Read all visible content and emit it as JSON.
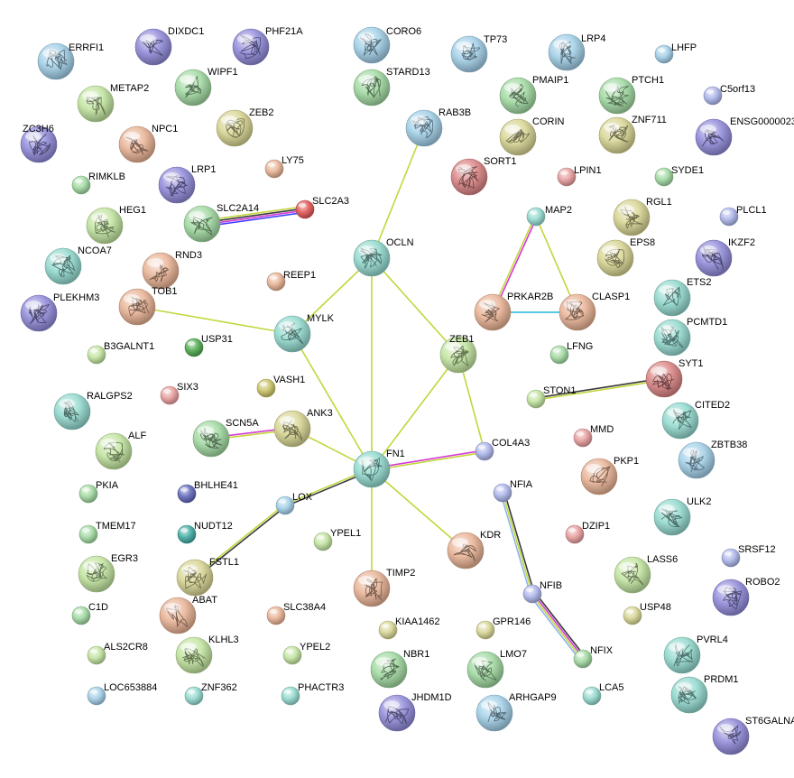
{
  "network": {
    "colors": {
      "green_edge": "#c3d63c",
      "magenta_edge": "#d439d4",
      "blue_edge": "#3a3aff",
      "dark_edge": "#3a3a3a",
      "cyan_edge": "#1fb6d8",
      "lightblue_edge": "#8db4e8",
      "node_palette": {
        "blue": "#9fcde6",
        "purple": "#8d87d8",
        "green": "#9ed89e",
        "olive": "#d6d38f",
        "salmon": "#e8b091",
        "teal": "#8fd8cc",
        "red": "#e05050",
        "navy": "#5a63b8",
        "darkgreen": "#4aa84a",
        "darkteal": "#3aa8a0",
        "khaki": "#c8c060",
        "lightgreen": "#bfe39c",
        "lavender": "#a9b3ea",
        "pink": "#e89a9a",
        "rose": "#d98080"
      }
    },
    "nodes": [
      {
        "id": "ERRFI1",
        "label": "ERRFI1",
        "color": "blue",
        "r": 20,
        "structure": true
      },
      {
        "id": "DIXDC1",
        "label": "DIXDC1",
        "color": "purple",
        "r": 20,
        "structure": true
      },
      {
        "id": "PHF21A",
        "label": "PHF21A",
        "color": "purple",
        "r": 20,
        "structure": true
      },
      {
        "id": "CORO6",
        "label": "CORO6",
        "color": "blue",
        "r": 20,
        "structure": true
      },
      {
        "id": "TP73",
        "label": "TP73",
        "color": "blue",
        "r": 20,
        "structure": true
      },
      {
        "id": "LRP4",
        "label": "LRP4",
        "color": "blue",
        "r": 20,
        "structure": true
      },
      {
        "id": "LHFP",
        "label": "LHFP",
        "color": "blue",
        "r": 10,
        "structure": false
      },
      {
        "id": "METAP2",
        "label": "METAP2",
        "color": "lightgreen",
        "r": 20,
        "structure": true
      },
      {
        "id": "WIPF1",
        "label": "WIPF1",
        "color": "green",
        "r": 20,
        "structure": true
      },
      {
        "id": "STARD13",
        "label": "STARD13",
        "color": "green",
        "r": 20,
        "structure": true
      },
      {
        "id": "PMAIP1",
        "label": "PMAIP1",
        "color": "green",
        "r": 20,
        "structure": true
      },
      {
        "id": "PTCH1",
        "label": "PTCH1",
        "color": "green",
        "r": 20,
        "structure": true
      },
      {
        "id": "C5orf13",
        "label": "C5orf13",
        "color": "lavender",
        "r": 10,
        "structure": false
      },
      {
        "id": "ZC3H6",
        "label": "ZC3H6",
        "color": "purple",
        "r": 20,
        "structure": true
      },
      {
        "id": "NPC1",
        "label": "NPC1",
        "color": "salmon",
        "r": 20,
        "structure": true
      },
      {
        "id": "ZEB2",
        "label": "ZEB2",
        "color": "olive",
        "r": 20,
        "structure": true
      },
      {
        "id": "RAB3B",
        "label": "RAB3B",
        "color": "blue",
        "r": 20,
        "structure": true
      },
      {
        "id": "CORIN",
        "label": "CORIN",
        "color": "olive",
        "r": 20,
        "structure": true
      },
      {
        "id": "ZNF711",
        "label": "ZNF711",
        "color": "olive",
        "r": 20,
        "structure": true
      },
      {
        "id": "ENSG0000023",
        "label": "ENSG0000023",
        "color": "purple",
        "r": 20,
        "structure": true
      },
      {
        "id": "RIMKLB",
        "label": "RIMKLB",
        "color": "green",
        "r": 10,
        "structure": false
      },
      {
        "id": "LRP1",
        "label": "LRP1",
        "color": "purple",
        "r": 20,
        "structure": true
      },
      {
        "id": "LY75",
        "label": "LY75",
        "color": "salmon",
        "r": 10,
        "structure": false
      },
      {
        "id": "SORT1",
        "label": "SORT1",
        "color": "rose",
        "r": 20,
        "structure": true
      },
      {
        "id": "LPIN1",
        "label": "LPIN1",
        "color": "pink",
        "r": 10,
        "structure": false
      },
      {
        "id": "SYDE1",
        "label": "SYDE1",
        "color": "green",
        "r": 10,
        "structure": false
      },
      {
        "id": "HEG1",
        "label": "HEG1",
        "color": "lightgreen",
        "r": 20,
        "structure": true
      },
      {
        "id": "SLC2A14",
        "label": "SLC2A14",
        "color": "green",
        "r": 20,
        "structure": true
      },
      {
        "id": "SLC2A3",
        "label": "SLC2A3",
        "color": "red",
        "r": 10,
        "structure": false
      },
      {
        "id": "MAP2",
        "label": "MAP2",
        "color": "teal",
        "r": 10,
        "structure": false
      },
      {
        "id": "RGL1",
        "label": "RGL1",
        "color": "olive",
        "r": 20,
        "structure": true
      },
      {
        "id": "PLCL1",
        "label": "PLCL1",
        "color": "lavender",
        "r": 10,
        "structure": false
      },
      {
        "id": "NCOA7",
        "label": "NCOA7",
        "color": "teal",
        "r": 20,
        "structure": true
      },
      {
        "id": "RND3",
        "label": "RND3",
        "color": "salmon",
        "r": 20,
        "structure": true
      },
      {
        "id": "OCLN",
        "label": "OCLN",
        "color": "teal",
        "r": 20,
        "structure": true
      },
      {
        "id": "EPS8",
        "label": "EPS8",
        "color": "olive",
        "r": 20,
        "structure": true
      },
      {
        "id": "IKZF2",
        "label": "IKZF2",
        "color": "purple",
        "r": 20,
        "structure": true
      },
      {
        "id": "REEP1",
        "label": "REEP1",
        "color": "salmon",
        "r": 10,
        "structure": false
      },
      {
        "id": "TOB1",
        "label": "TOB1",
        "color": "salmon",
        "r": 20,
        "structure": true
      },
      {
        "id": "ETS2",
        "label": "ETS2",
        "color": "teal",
        "r": 20,
        "structure": true
      },
      {
        "id": "PLEKHM3",
        "label": "PLEKHM3",
        "color": "purple",
        "r": 20,
        "structure": true
      },
      {
        "id": "PRKAR2B",
        "label": "PRKAR2B",
        "color": "salmon",
        "r": 20,
        "structure": true
      },
      {
        "id": "CLASP1",
        "label": "CLASP1",
        "color": "salmon",
        "r": 20,
        "structure": true
      },
      {
        "id": "MYLK",
        "label": "MYLK",
        "color": "teal",
        "r": 20,
        "structure": true
      },
      {
        "id": "PCMTD1",
        "label": "PCMTD1",
        "color": "teal",
        "r": 20,
        "structure": true
      },
      {
        "id": "B3GALNT1",
        "label": "B3GALNT1",
        "color": "lightgreen",
        "r": 10,
        "structure": false
      },
      {
        "id": "USP31",
        "label": "USP31",
        "color": "darkgreen",
        "r": 10,
        "structure": false
      },
      {
        "id": "ZEB1",
        "label": "ZEB1",
        "color": "lightgreen",
        "r": 20,
        "structure": true
      },
      {
        "id": "LFNG",
        "label": "LFNG",
        "color": "green",
        "r": 10,
        "structure": false
      },
      {
        "id": "SYT1",
        "label": "SYT1",
        "color": "rose",
        "r": 20,
        "structure": true
      },
      {
        "id": "SIX3",
        "label": "SIX3",
        "color": "pink",
        "r": 10,
        "structure": false
      },
      {
        "id": "VASH1",
        "label": "VASH1",
        "color": "khaki",
        "r": 10,
        "structure": false
      },
      {
        "id": "RALGPS2",
        "label": "RALGPS2",
        "color": "teal",
        "r": 20,
        "structure": true
      },
      {
        "id": "STON1",
        "label": "STON1",
        "color": "lightgreen",
        "r": 10,
        "structure": false
      },
      {
        "id": "CITED2",
        "label": "CITED2",
        "color": "teal",
        "r": 20,
        "structure": true
      },
      {
        "id": "ANK3",
        "label": "ANK3",
        "color": "olive",
        "r": 20,
        "structure": true
      },
      {
        "id": "SCN5A",
        "label": "SCN5A",
        "color": "green",
        "r": 20,
        "structure": true
      },
      {
        "id": "ALF",
        "label": "ALF",
        "color": "lightgreen",
        "r": 20,
        "structure": true
      },
      {
        "id": "MMD",
        "label": "MMD",
        "color": "pink",
        "r": 10,
        "structure": false
      },
      {
        "id": "FN1",
        "label": "FN1",
        "color": "teal",
        "r": 20,
        "structure": true
      },
      {
        "id": "COL4A3",
        "label": "COL4A3",
        "color": "lavender",
        "r": 10,
        "structure": false
      },
      {
        "id": "ZBTB38",
        "label": "ZBTB38",
        "color": "blue",
        "r": 20,
        "structure": true
      },
      {
        "id": "PKP1",
        "label": "PKP1",
        "color": "salmon",
        "r": 20,
        "structure": true
      },
      {
        "id": "PKIA",
        "label": "PKIA",
        "color": "green",
        "r": 10,
        "structure": false
      },
      {
        "id": "BHLHE41",
        "label": "BHLHE41",
        "color": "navy",
        "r": 10,
        "structure": false
      },
      {
        "id": "LOX",
        "label": "LOX",
        "color": "blue",
        "r": 10,
        "structure": false
      },
      {
        "id": "NFIA",
        "label": "NFIA",
        "color": "lavender",
        "r": 10,
        "structure": false
      },
      {
        "id": "ULK2",
        "label": "ULK2",
        "color": "teal",
        "r": 20,
        "structure": true
      },
      {
        "id": "TMEM17",
        "label": "TMEM17",
        "color": "green",
        "r": 10,
        "structure": false
      },
      {
        "id": "NUDT12",
        "label": "NUDT12",
        "color": "darkteal",
        "r": 10,
        "structure": false
      },
      {
        "id": "YPEL1",
        "label": "YPEL1",
        "color": "lightgreen",
        "r": 10,
        "structure": false
      },
      {
        "id": "KDR",
        "label": "KDR",
        "color": "salmon",
        "r": 20,
        "structure": true
      },
      {
        "id": "DZIP1",
        "label": "DZIP1",
        "color": "pink",
        "r": 10,
        "structure": false
      },
      {
        "id": "SRSF12",
        "label": "SRSF12",
        "color": "lavender",
        "r": 10,
        "structure": false
      },
      {
        "id": "EGR3",
        "label": "EGR3",
        "color": "lightgreen",
        "r": 20,
        "structure": true
      },
      {
        "id": "FSTL1",
        "label": "FSTL1",
        "color": "olive",
        "r": 20,
        "structure": true
      },
      {
        "id": "TIMP2",
        "label": "TIMP2",
        "color": "salmon",
        "r": 20,
        "structure": true
      },
      {
        "id": "LASS6",
        "label": "LASS6",
        "color": "lightgreen",
        "r": 20,
        "structure": true
      },
      {
        "id": "ROBO2",
        "label": "ROBO2",
        "color": "purple",
        "r": 20,
        "structure": true
      },
      {
        "id": "NFIB",
        "label": "NFIB",
        "color": "lavender",
        "r": 10,
        "structure": false
      },
      {
        "id": "ABAT",
        "label": "ABAT",
        "color": "salmon",
        "r": 20,
        "structure": true
      },
      {
        "id": "C1D",
        "label": "C1D",
        "color": "green",
        "r": 10,
        "structure": false
      },
      {
        "id": "SLC38A4",
        "label": "SLC38A4",
        "color": "salmon",
        "r": 10,
        "structure": false
      },
      {
        "id": "KIAA1462",
        "label": "KIAA1462",
        "color": "olive",
        "r": 10,
        "structure": false
      },
      {
        "id": "GPR146",
        "label": "GPR146",
        "color": "olive",
        "r": 10,
        "structure": false
      },
      {
        "id": "USP48",
        "label": "USP48",
        "color": "olive",
        "r": 10,
        "structure": false
      },
      {
        "id": "ALS2CR8",
        "label": "ALS2CR8",
        "color": "lightgreen",
        "r": 10,
        "structure": false
      },
      {
        "id": "KLHL3",
        "label": "KLHL3",
        "color": "lightgreen",
        "r": 20,
        "structure": true
      },
      {
        "id": "YPEL2",
        "label": "YPEL2",
        "color": "lightgreen",
        "r": 10,
        "structure": false
      },
      {
        "id": "NBR1",
        "label": "NBR1",
        "color": "green",
        "r": 20,
        "structure": true
      },
      {
        "id": "LMO7",
        "label": "LMO7",
        "color": "green",
        "r": 20,
        "structure": true
      },
      {
        "id": "NFIX",
        "label": "NFIX",
        "color": "green",
        "r": 10,
        "structure": false
      },
      {
        "id": "PVRL4",
        "label": "PVRL4",
        "color": "teal",
        "r": 20,
        "structure": true
      },
      {
        "id": "PRDM1",
        "label": "PRDM1",
        "color": "teal",
        "r": 20,
        "structure": true
      },
      {
        "id": "LOC653884",
        "label": "LOC653884",
        "color": "blue",
        "r": 10,
        "structure": false
      },
      {
        "id": "ZNF362",
        "label": "ZNF362",
        "color": "teal",
        "r": 10,
        "structure": false
      },
      {
        "id": "PHACTR3",
        "label": "PHACTR3",
        "color": "teal",
        "r": 10,
        "structure": false
      },
      {
        "id": "JHDM1D",
        "label": "JHDM1D",
        "color": "purple",
        "r": 20,
        "structure": true
      },
      {
        "id": "ARHGAP9",
        "label": "ARHGAP9",
        "color": "blue",
        "r": 20,
        "structure": true
      },
      {
        "id": "LCA5",
        "label": "LCA5",
        "color": "teal",
        "r": 10,
        "structure": false
      },
      {
        "id": "ST6GALNA",
        "label": "ST6GALNA",
        "color": "purple",
        "r": 20,
        "structure": true
      }
    ],
    "edges": [
      {
        "source": "SLC2A14",
        "target": "SLC2A3",
        "colors": [
          "green_edge",
          "dark_edge",
          "magenta_edge",
          "blue_edge"
        ]
      },
      {
        "source": "RAB3B",
        "target": "OCLN",
        "colors": [
          "green_edge"
        ]
      },
      {
        "source": "OCLN",
        "target": "MYLK",
        "colors": [
          "green_edge"
        ]
      },
      {
        "source": "OCLN",
        "target": "FN1",
        "colors": [
          "green_edge"
        ]
      },
      {
        "source": "OCLN",
        "target": "ZEB1",
        "colors": [
          "green_edge"
        ]
      },
      {
        "source": "TOB1",
        "target": "MYLK",
        "colors": [
          "green_edge"
        ]
      },
      {
        "source": "MYLK",
        "target": "FN1",
        "colors": [
          "green_edge"
        ]
      },
      {
        "source": "ANK3",
        "target": "FN1",
        "colors": [
          "green_edge"
        ]
      },
      {
        "source": "SCN5A",
        "target": "ANK3",
        "colors": [
          "magenta_edge",
          "green_edge"
        ]
      },
      {
        "source": "ZEB1",
        "target": "FN1",
        "colors": [
          "green_edge"
        ]
      },
      {
        "source": "ZEB1",
        "target": "COL4A3",
        "colors": [
          "green_edge"
        ]
      },
      {
        "source": "FN1",
        "target": "COL4A3",
        "colors": [
          "magenta_edge",
          "green_edge"
        ]
      },
      {
        "source": "FN1",
        "target": "KDR",
        "colors": [
          "green_edge"
        ]
      },
      {
        "source": "FN1",
        "target": "TIMP2",
        "colors": [
          "green_edge"
        ]
      },
      {
        "source": "FN1",
        "target": "LOX",
        "colors": [
          "dark_edge",
          "green_edge"
        ]
      },
      {
        "source": "LOX",
        "target": "FSTL1",
        "colors": [
          "dark_edge",
          "green_edge"
        ]
      },
      {
        "source": "MAP2",
        "target": "PRKAR2B",
        "colors": [
          "magenta_edge",
          "green_edge"
        ]
      },
      {
        "source": "MAP2",
        "target": "CLASP1",
        "colors": [
          "green_edge"
        ]
      },
      {
        "source": "PRKAR2B",
        "target": "CLASP1",
        "colors": [
          "cyan_edge"
        ]
      },
      {
        "source": "STON1",
        "target": "SYT1",
        "colors": [
          "dark_edge",
          "green_edge"
        ]
      },
      {
        "source": "NFIA",
        "target": "NFIB",
        "colors": [
          "dark_edge",
          "green_edge",
          "lightblue_edge"
        ]
      },
      {
        "source": "NFIB",
        "target": "NFIX",
        "colors": [
          "dark_edge",
          "magenta_edge",
          "green_edge",
          "lightblue_edge"
        ]
      }
    ]
  }
}
